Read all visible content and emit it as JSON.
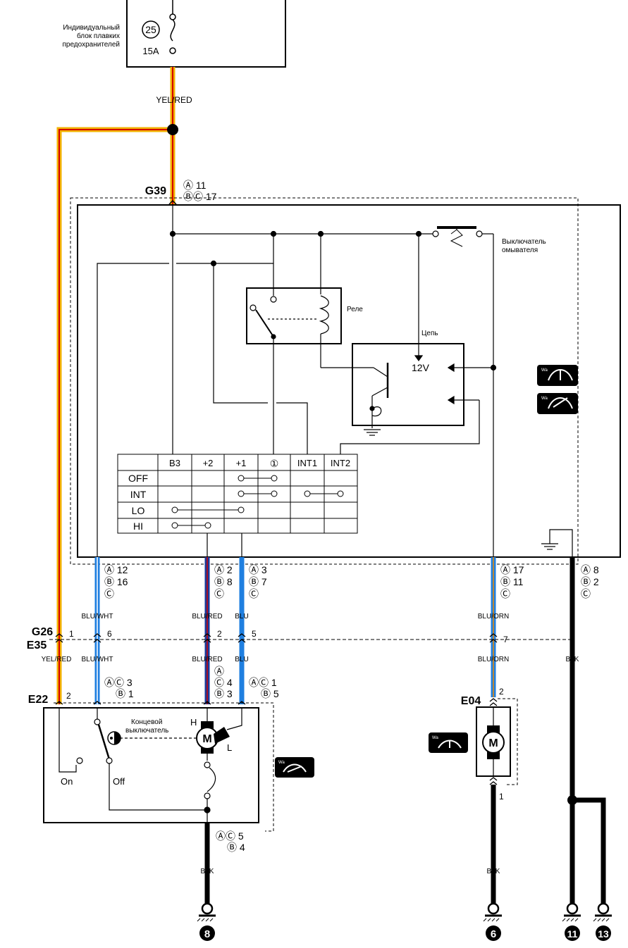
{
  "fuse_box": {
    "label_lines": [
      "Индивидуальный",
      "блок плавких",
      "предохранителей"
    ],
    "fuse_number": "25",
    "rating": "15A"
  },
  "wires": {
    "yel_red": "YEL/RED",
    "blu_wht": "BLU/WHT",
    "blu_red": "BLU/RED",
    "blu": "BLU",
    "blu_orn": "BLU/ORN",
    "blk": "BLK"
  },
  "colors": {
    "yellow": "#f2b200",
    "red": "#d40000",
    "blue": "#1f7fe0",
    "dark_blue": "#1a3a9a",
    "orange": "#f08c00",
    "black": "#000000"
  },
  "connectors": {
    "g39": {
      "name": "G39",
      "pin_a": "Ⓐ 11",
      "pin_bc": "ⒷⒸ 17"
    },
    "g26": {
      "name": "G26"
    },
    "e35": {
      "name": "E35"
    },
    "e22": {
      "name": "E22"
    },
    "e04": {
      "name": "E04"
    }
  },
  "switch_unit": {
    "washer_switch": [
      "Выключатель",
      "омывателя"
    ],
    "relay": "Реле",
    "circuit": "Цепь",
    "voltage": "12V",
    "table": {
      "headers": [
        "",
        "B3",
        "+2",
        "+1",
        "①",
        "INT1",
        "INT2"
      ],
      "rows": [
        "OFF",
        "INT",
        "LO",
        "HI"
      ]
    }
  },
  "pins_g39": {
    "blu_wht": [
      "Ⓐ 12",
      "Ⓑ 16",
      "Ⓒ"
    ],
    "blu_red": [
      "Ⓐ 2",
      "Ⓑ 8",
      "Ⓒ"
    ],
    "blu": [
      "Ⓐ 3",
      "Ⓑ 7",
      "Ⓒ"
    ],
    "blu_orn": [
      "Ⓐ 17",
      "Ⓑ 11",
      "Ⓒ"
    ],
    "blk": [
      "Ⓐ 8",
      "Ⓑ 2",
      "Ⓒ"
    ]
  },
  "pins_g26": {
    "yel_red": "1",
    "blu_wht": "6",
    "blu_red": "2",
    "blu": "5",
    "blu_orn": "7"
  },
  "pins_e22": {
    "yel_red": "2",
    "blu_wht": [
      "ⒶⒸ 3",
      "Ⓑ 1"
    ],
    "blu_red": [
      "Ⓐ",
      "Ⓒ 4",
      "Ⓑ 3"
    ],
    "blu": [
      "ⒶⒸ 1",
      "Ⓑ 5"
    ],
    "blk": [
      "ⒶⒸ 5",
      "Ⓑ 4"
    ]
  },
  "motor_unit": {
    "limit_switch": [
      "Концевой",
      "выключатель"
    ],
    "motor": "M",
    "high": "H",
    "low": "L",
    "on": "On",
    "off": "Off"
  },
  "e04_unit": {
    "motor": "M",
    "pin_top": "2",
    "pin_bottom": "1"
  },
  "grounds": [
    "8",
    "6",
    "11",
    "13"
  ]
}
